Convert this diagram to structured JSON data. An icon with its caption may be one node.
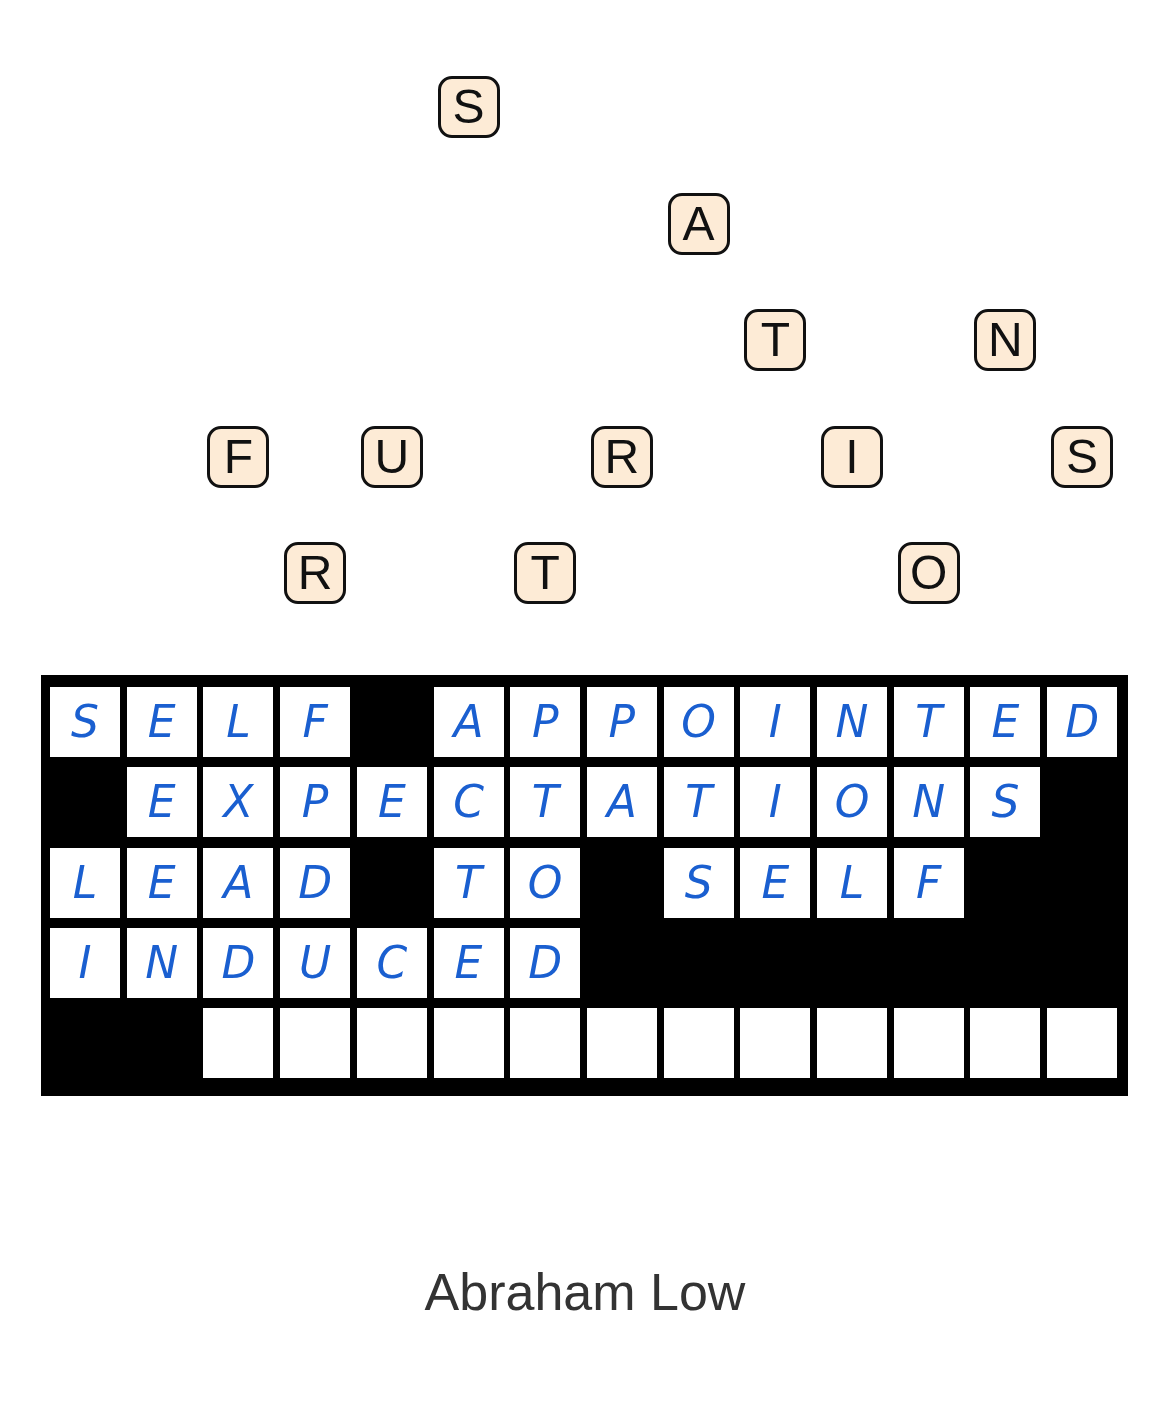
{
  "diagram": {
    "caption": "Abraham Low",
    "nodes": [
      {
        "text": [
          "S"
        ]
      },
      {
        "text": [
          "A"
        ]
      },
      {
        "text": [
          "T"
        ]
      },
      {
        "text": [
          "N"
        ]
      },
      {
        "text": [
          "F"
        ]
      },
      {
        "text": [
          "U"
        ]
      },
      {
        "text": [
          "R"
        ]
      },
      {
        "text": [
          "I"
        ]
      },
      {
        "text": [
          "S"
        ]
      },
      {
        "text": [
          "R"
        ]
      },
      {
        "text": [
          "T"
        ]
      },
      {
        "text": [
          "O"
        ]
      },
      {
        "text": [
          "S"
        ]
      },
      {
        "text": [
          "E"
        ]
      },
      {
        "text": [
          "L"
        ]
      },
      {
        "text": [
          "F"
        ]
      },
      {
        "text": [
          "A"
        ]
      },
      {
        "text": [
          "P"
        ]
      },
      {
        "text": [
          "P"
        ]
      },
      {
        "text": [
          "O"
        ]
      },
      {
        "text": [
          "I"
        ]
      },
      {
        "text": [
          "N"
        ]
      },
      {
        "text": [
          "T"
        ]
      },
      {
        "text": [
          "E"
        ]
      },
      {
        "text": [
          "D"
        ]
      },
      {
        "text": [
          "E"
        ]
      },
      {
        "text": [
          "X"
        ]
      },
      {
        "text": [
          "P"
        ]
      },
      {
        "text": [
          "E"
        ]
      },
      {
        "text": [
          "C"
        ]
      },
      {
        "text": [
          "T"
        ]
      },
      {
        "text": [
          "A"
        ]
      },
      {
        "text": [
          "T"
        ]
      },
      {
        "text": [
          "I"
        ]
      },
      {
        "text": [
          "O"
        ]
      },
      {
        "text": [
          "N"
        ]
      },
      {
        "text": [
          "S"
        ]
      },
      {
        "text": [
          "L"
        ]
      },
      {
        "text": [
          "E"
        ]
      },
      {
        "text": [
          "A"
        ]
      },
      {
        "text": [
          "D"
        ]
      },
      {
        "text": [
          "T"
        ]
      },
      {
        "text": [
          "O"
        ]
      },
      {
        "text": [
          "S"
        ]
      },
      {
        "text": [
          "E"
        ]
      },
      {
        "text": [
          "L"
        ]
      },
      {
        "text": [
          "F"
        ]
      },
      {
        "text": [
          "I"
        ]
      },
      {
        "text": [
          "N"
        ]
      },
      {
        "text": [
          "D"
        ]
      },
      {
        "text": [
          "U"
        ]
      },
      {
        "text": [
          "C"
        ]
      },
      {
        "text": [
          "E"
        ]
      },
      {
        "text": [
          "D"
        ]
      },
      {
        "text": [],
        "shape": "box"
      },
      {
        "text": [],
        "shape": "box"
      },
      {
        "text": [],
        "shape": "box"
      },
      {
        "text": [],
        "shape": "box"
      },
      {
        "text": [],
        "shape": "box"
      },
      {
        "text": [],
        "shape": "box"
      },
      {
        "text": [],
        "shape": "box"
      },
      {
        "text": [],
        "shape": "box"
      },
      {
        "text": [],
        "shape": "box"
      },
      {
        "text": [],
        "shape": "box"
      },
      {
        "text": [],
        "shape": "box"
      },
      {
        "text": [],
        "shape": "box"
      }
    ]
  }
}
